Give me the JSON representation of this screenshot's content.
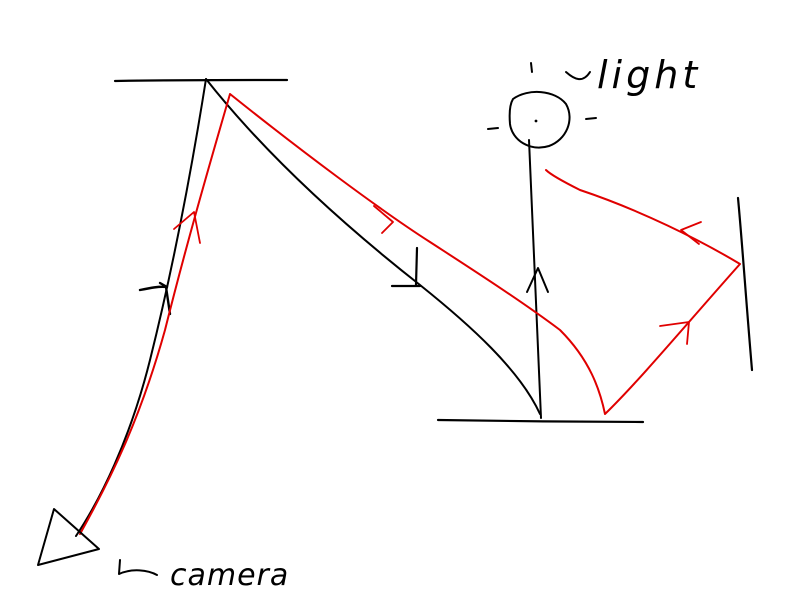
{
  "labels": {
    "light": "light",
    "camera": "camera"
  },
  "colors": {
    "ink": "#000000",
    "ray": "#e00000",
    "background": "#ffffff"
  },
  "elements": {
    "camera": "triangle-icon",
    "light_source": "sun-icon",
    "surfaces": [
      "top-surface",
      "bottom-surface",
      "right-wall"
    ],
    "ray_path": "light-ray-path"
  }
}
